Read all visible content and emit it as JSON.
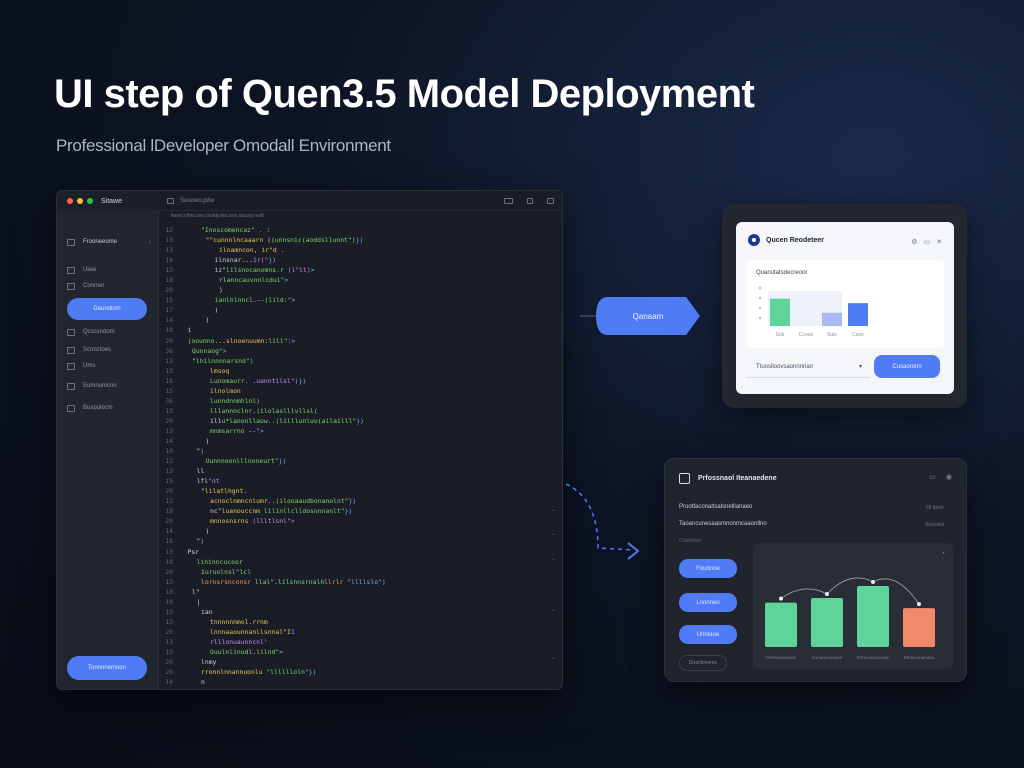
{
  "header": {
    "title": "UI step of Quen3.5 Model Deployment",
    "subtitle": "Professional lDeveloper Omodall Environment"
  },
  "editor": {
    "app_name": "Sitawe",
    "traffic_lights": [
      "#ff5f57",
      "#febc2e",
      "#28c840"
    ],
    "tab_label": "Suoowo.jotw",
    "path": "fuwnl.cfmu.sws.isotdy.lws.aon.stusdy.nodl",
    "sidebar": {
      "items": [
        {
          "label": "Frooneeome",
          "icon": "file-icon",
          "active": true
        },
        {
          "label": "Uiew",
          "icon": "list-icon",
          "active": false
        },
        {
          "label": "Conmer",
          "icon": "folder-icon",
          "active": false
        },
        {
          "label": "Qcscsndom",
          "icon": "grid-icon",
          "active": false
        },
        {
          "label": "Scnnctoes",
          "icon": "layers-icon",
          "active": false
        },
        {
          "label": "Ums",
          "icon": "list-icon",
          "active": false
        },
        {
          "label": "Eumnumcnn",
          "icon": "terminal-icon",
          "active": false
        },
        {
          "label": "Buspulocm",
          "icon": "settings-icon",
          "active": false
        }
      ],
      "primary_button": "Daundiom",
      "bottom_button": "Tonnonemoon"
    },
    "code_lines": [
      {
        "n": "12",
        "i": 4,
        "t": [
          [
            "g",
            "\"Inoscomencaz\" ."
          ],
          [
            "w",
            " :"
          ]
        ]
      },
      {
        "n": "13",
        "i": 5,
        "t": [
          [
            "w",
            "\""
          ],
          [
            "y",
            "\"cunnnlncaaarn"
          ],
          [
            "w",
            " ("
          ],
          [
            "g",
            "(unnsnic(aoddsllunnt\")"
          ],
          [
            "b",
            "})"
          ]
        ]
      },
      {
        "n": "13",
        "i": 8,
        "t": [
          [
            "y",
            "ilnamncon"
          ],
          [
            "w",
            ", "
          ],
          [
            "y",
            "ir\"d"
          ],
          [
            "w",
            " ."
          ]
        ]
      },
      {
        "n": "18",
        "i": 7,
        "t": [
          [
            "w",
            "ilnsnar"
          ],
          [
            "w",
            "..."
          ],
          [
            "p",
            "ir(\""
          ],
          [
            "b",
            "})"
          ]
        ]
      },
      {
        "n": "13",
        "i": 7,
        "t": [
          [
            "w",
            "iz\""
          ],
          [
            "g",
            "lilsnocanomns.r"
          ],
          [
            "w",
            " "
          ],
          [
            "p",
            "(l\"lt)"
          ],
          [
            "b",
            ">"
          ]
        ]
      },
      {
        "n": "18",
        "i": 8,
        "t": [
          [
            "g",
            "rlanncauvnnlcdui\""
          ],
          [
            "b",
            ">"
          ]
        ]
      },
      {
        "n": "20",
        "i": 8,
        "t": [
          [
            "w",
            ")"
          ]
        ]
      },
      {
        "n": "15",
        "i": 7,
        "t": [
          [
            "g",
            "ianlhlnncl"
          ],
          [
            "w",
            ".--"
          ],
          [
            "g",
            "(lild:\""
          ],
          [
            "b",
            ">"
          ]
        ]
      },
      {
        "n": "17",
        "i": 7,
        "t": [
          [
            "w",
            ")"
          ]
        ]
      },
      {
        "n": "14",
        "i": 5,
        "t": [
          [
            "w",
            ")"
          ]
        ]
      },
      {
        "n": "18",
        "i": 1,
        "t": [
          [
            "w",
            "i"
          ]
        ]
      },
      {
        "n": "20",
        "i": 1,
        "t": [
          [
            "g",
            "(oounno"
          ],
          [
            "w",
            "..."
          ],
          [
            "y",
            "slnoenuumn"
          ],
          [
            "w",
            ":"
          ],
          [
            "g",
            "lill\""
          ],
          [
            "b",
            ":>"
          ]
        ]
      },
      {
        "n": "36",
        "i": 2,
        "t": [
          [
            "g",
            "Qunnaog\""
          ],
          [
            "b",
            ">"
          ]
        ]
      },
      {
        "n": "13",
        "i": 2,
        "t": [
          [
            "w",
            "\""
          ],
          [
            "g",
            "lhilnnnnarsnd\""
          ],
          [
            "b",
            ")"
          ]
        ]
      },
      {
        "n": "13",
        "i": 6,
        "t": [
          [
            "y",
            "lmsoq"
          ]
        ]
      },
      {
        "n": "18",
        "i": 6,
        "t": [
          [
            "g",
            "Lunomaurr"
          ],
          [
            "w",
            ". ."
          ],
          [
            "p",
            "uanntilsl\""
          ],
          [
            "b",
            ")})"
          ]
        ]
      },
      {
        "n": "15",
        "i": 6,
        "t": [
          [
            "y",
            "ilnolmon"
          ]
        ]
      },
      {
        "n": "36",
        "i": 6,
        "t": [
          [
            "g",
            "lunndnnmhlnl)"
          ]
        ]
      },
      {
        "n": "13",
        "i": 6,
        "t": [
          [
            "g",
            "lllannnclnr"
          ],
          [
            "w",
            "."
          ],
          [
            "g",
            "(ilolaslllvllsl("
          ]
        ]
      },
      {
        "n": "20",
        "i": 6,
        "t": [
          [
            "w",
            "ill"
          ],
          [
            "g",
            "u*lanonllaow"
          ],
          [
            "w",
            ".."
          ],
          [
            "g",
            "(lilllunluu(ailailll\""
          ],
          [
            "b",
            "})"
          ]
        ]
      },
      {
        "n": "13",
        "i": 6,
        "t": [
          [
            "g",
            "mnmsarrno"
          ],
          [
            "w",
            " --"
          ],
          [
            "p",
            "\""
          ],
          [
            "b",
            ">"
          ]
        ]
      },
      {
        "n": "14",
        "i": 5,
        "t": [
          [
            "w",
            ")"
          ]
        ]
      },
      {
        "n": "10",
        "i": 3,
        "t": [
          [
            "w",
            "\""
          ],
          [
            "b",
            ")"
          ]
        ]
      },
      {
        "n": "13",
        "i": 5,
        "t": [
          [
            "g",
            "Uunnnoonlllnoneurt\""
          ],
          [
            "b",
            "})"
          ]
        ]
      },
      {
        "n": "13",
        "i": 3,
        "t": [
          [
            "w",
            "ll"
          ]
        ]
      },
      {
        "n": "15",
        "i": 3,
        "t": [
          [
            "w",
            "lfl"
          ],
          [
            "p",
            "\"nt"
          ]
        ]
      },
      {
        "n": "20",
        "i": 4,
        "t": [
          [
            "w",
            "\""
          ],
          [
            "y",
            "lilatlhgnt"
          ],
          [
            "w",
            "."
          ]
        ]
      },
      {
        "n": "13",
        "i": 6,
        "t": [
          [
            "y",
            "acnoclnmncnlumr"
          ],
          [
            "w",
            ".."
          ],
          [
            "g",
            "(ilooaaudbonanolnt\""
          ],
          [
            "b",
            "})"
          ]
        ]
      },
      {
        "n": "18",
        "i": 6,
        "t": [
          [
            "w",
            "nc\""
          ],
          [
            "y",
            "luanouccnm"
          ],
          [
            "w",
            " "
          ],
          [
            "g",
            "lilinllclldosnnnanlt\""
          ],
          [
            "b",
            "})"
          ]
        ]
      },
      {
        "n": "20",
        "i": 6,
        "t": [
          [
            "y",
            "mnnosnsrns"
          ],
          [
            "w",
            " "
          ],
          [
            "p",
            "(llltlsnl\""
          ],
          [
            "b",
            ">"
          ]
        ]
      },
      {
        "n": "14",
        "i": 5,
        "t": [
          [
            "w",
            ")"
          ]
        ]
      },
      {
        "n": "18",
        "i": 3,
        "t": [
          [
            "w",
            "\""
          ],
          [
            "b",
            ")"
          ]
        ]
      },
      {
        "n": "13",
        "i": 1,
        "t": [
          [
            "w",
            "Psr"
          ]
        ]
      },
      {
        "n": "18",
        "i": 3,
        "t": [
          [
            "g",
            "lininncucoor"
          ]
        ]
      },
      {
        "n": "20",
        "i": 4,
        "t": [
          [
            "w",
            "i"
          ],
          [
            "g",
            "uruolnsl\"lc"
          ],
          [
            "b",
            "l"
          ]
        ]
      },
      {
        "n": "13",
        "i": 4,
        "t": [
          [
            "o",
            "lornsrsnconsr"
          ],
          [
            "w",
            " "
          ],
          [
            "g",
            "llal\""
          ],
          [
            "p",
            "."
          ],
          [
            "g",
            "lilsnnsrnalh"
          ],
          [
            "o",
            "llrlr"
          ],
          [
            "w",
            " "
          ],
          [
            "b",
            "\"llllslo\")"
          ]
        ]
      },
      {
        "n": "10",
        "i": 2,
        "t": [
          [
            "w",
            "l\""
          ]
        ]
      },
      {
        "n": "10",
        "i": 3,
        "t": [
          [
            "w",
            "|"
          ]
        ]
      },
      {
        "n": "13",
        "i": 4,
        "t": [
          [
            "w",
            "ian"
          ]
        ]
      },
      {
        "n": "13",
        "i": 6,
        "t": [
          [
            "y",
            "tnnnnnnmol"
          ],
          [
            "w",
            "."
          ],
          [
            "y",
            "rrnm"
          ]
        ]
      },
      {
        "n": "20",
        "i": 6,
        "t": [
          [
            "y",
            "lnnnaaounnanllsnnal\"I"
          ],
          [
            "b",
            "1"
          ]
        ]
      },
      {
        "n": "13",
        "i": 6,
        "t": [
          [
            "p",
            "rlllonuaunncnl"
          ],
          [
            "w",
            "'"
          ]
        ]
      },
      {
        "n": "13",
        "i": 6,
        "t": [
          [
            "g",
            "Ouulnlinudl"
          ],
          [
            "w",
            "."
          ],
          [
            "g",
            "lilnd\""
          ],
          [
            "b",
            ">"
          ]
        ]
      },
      {
        "n": "20",
        "i": 4,
        "t": [
          [
            "w",
            "lnmy"
          ]
        ]
      },
      {
        "n": "20",
        "i": 4,
        "t": [
          [
            "y",
            "rronnlnnannuonlu"
          ],
          [
            "w",
            " "
          ],
          [
            "g",
            "\"lllllloln\""
          ],
          [
            "b",
            "})"
          ]
        ]
      },
      {
        "n": "14",
        "i": 4,
        "t": [
          [
            "w",
            "n"
          ]
        ]
      },
      {
        "n": "18",
        "i": 2,
        "t": [
          [
            "w",
            "l"
          ],
          [
            "p",
            "\""
          ],
          [
            "w",
            "."
          ],
          [
            "b",
            ">"
          ]
        ]
      }
    ]
  },
  "connector": {
    "pill_label": "Qanaam"
  },
  "panel_top": {
    "title": "Qucen Reodeteer",
    "chart_title": "Quanutatsdecreoor",
    "chart_data": {
      "type": "bar",
      "categories": [
        "Sob",
        "Ccooe",
        "Sule",
        "Cuce"
      ],
      "series": [
        {
          "values": [
            62,
            0,
            30,
            52
          ]
        }
      ],
      "ylim": [
        0,
        100
      ],
      "colors": [
        "#5fd49a",
        "#e6e9f0",
        "#a9b9f3",
        "#4f7cf5"
      ]
    },
    "select_value": "Ttuoslloovsaonnnnan",
    "button_label": "Cusaoronn"
  },
  "panel_bottom": {
    "title": "Prfossnaol Iteanaedene",
    "rows": [
      {
        "left": "Prootfaconaltsalsnelllanaeo",
        "right": "Fll Ianor"
      },
      {
        "left": "Taoancunesaasmnonmcaaonllno",
        "right": "Sinconsl"
      },
      {
        "left": "Cnaerlnon",
        "right": ""
      }
    ],
    "buttons": [
      "Foubnoe",
      "Lnonneo",
      "Unnlaoe"
    ],
    "ghost_button": "Dnanlonemo",
    "chart_data": {
      "type": "bar",
      "categories": [
        "Oonnonnoooon",
        "Conununuuoon",
        "Donnoooconuan",
        "Dnonnonanonu"
      ],
      "series": [
        {
          "values": [
            48,
            53,
            66,
            42
          ]
        }
      ],
      "ylim": [
        0,
        80
      ],
      "colors": [
        "#5fd49a",
        "#5fd49a",
        "#5fd49a",
        "#f08a6a"
      ]
    }
  }
}
